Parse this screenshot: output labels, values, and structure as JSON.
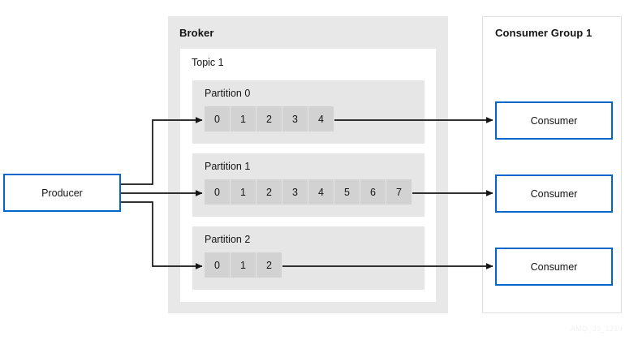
{
  "diagram": {
    "watermark": "AMQ_39_1219",
    "colors": {
      "accent_blue": "#0066cc",
      "broker_bg": "#e8e8e8",
      "topic_bg": "#ffffff",
      "partition_bg": "#e6e6e6",
      "cell_bg": "#d2d2d2",
      "text": "#151515",
      "arrow": "#151515"
    }
  },
  "producer": {
    "label": "Producer"
  },
  "broker": {
    "title": "Broker",
    "topic": {
      "title": "Topic 1",
      "partitions": [
        {
          "label": "Partition 0",
          "messages": [
            "0",
            "1",
            "2",
            "3",
            "4"
          ]
        },
        {
          "label": "Partition 1",
          "messages": [
            "0",
            "1",
            "2",
            "3",
            "4",
            "5",
            "6",
            "7"
          ]
        },
        {
          "label": "Partition 2",
          "messages": [
            "0",
            "1",
            "2"
          ]
        }
      ]
    }
  },
  "consumer_group": {
    "title": "Consumer Group 1",
    "consumers": [
      {
        "label": "Consumer"
      },
      {
        "label": "Consumer"
      },
      {
        "label": "Consumer"
      }
    ]
  }
}
